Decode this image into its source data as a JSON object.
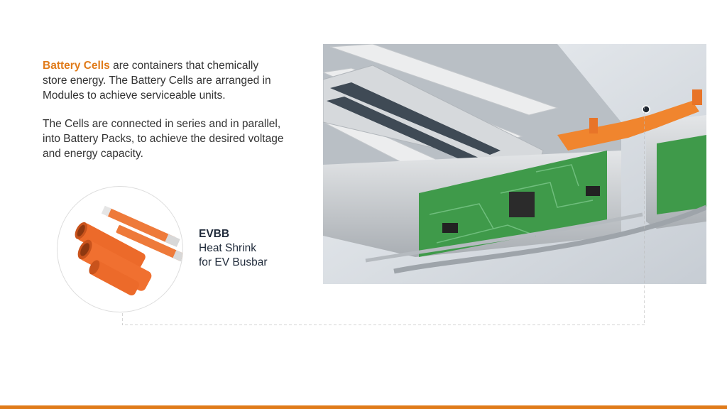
{
  "intro": {
    "highlight": "Battery Cells",
    "rest": " are containers that chemically store energy. The Battery Cells are arranged in Modules to achieve serviceable units."
  },
  "detail": "The Cells are connected in series and in parallel, into Battery Packs, to achieve the desired voltage and energy capacity.",
  "product": {
    "code": "EVBB",
    "line1": "Heat Shrink",
    "line2": "for EV Busbar"
  },
  "colors": {
    "accent": "#e07b1a",
    "pcb_green": "#3f9a4a",
    "tube_orange": "#ec6a2a"
  }
}
